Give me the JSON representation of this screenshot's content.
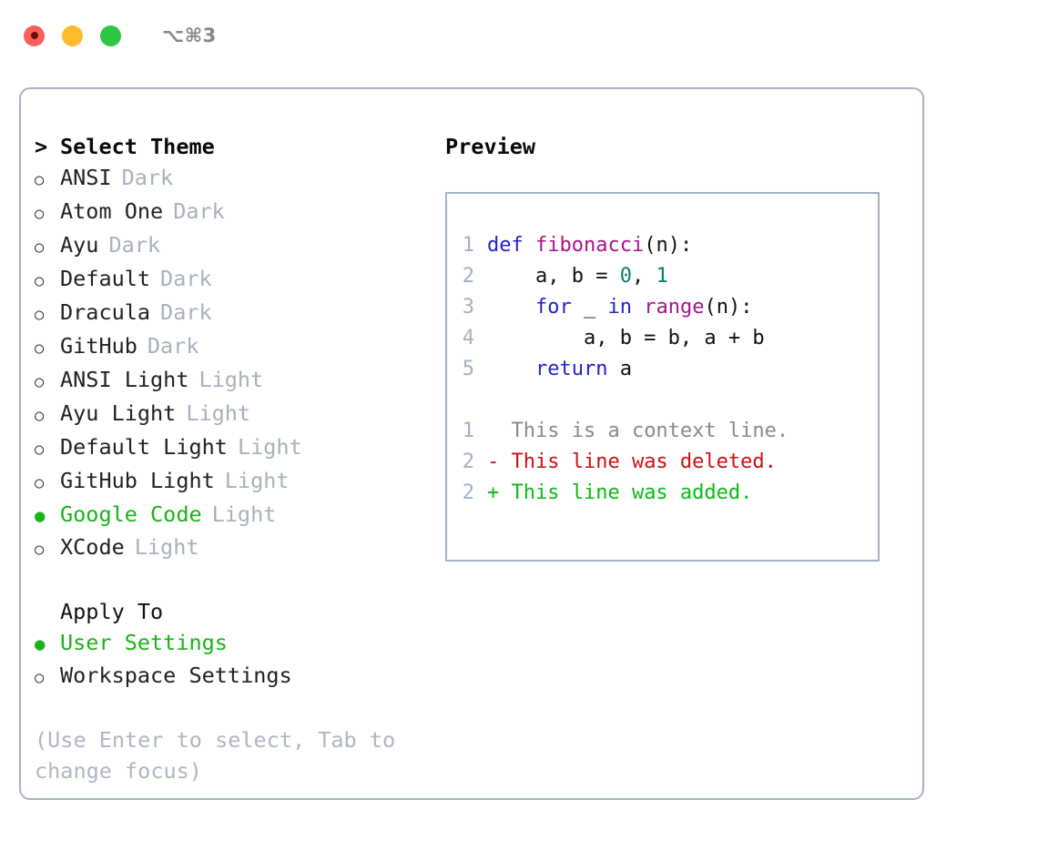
{
  "window": {
    "title": "⌥⌘3",
    "traffic_lights": [
      "close",
      "minimize",
      "maximize"
    ]
  },
  "theme_panel": {
    "header": {
      "caret": ">",
      "label": "Select Theme"
    },
    "markers": {
      "selected": "●",
      "unselected": "○"
    },
    "items": [
      {
        "label": "ANSI",
        "suffix": "Dark",
        "selected": false
      },
      {
        "label": "Atom One",
        "suffix": "Dark",
        "selected": false
      },
      {
        "label": "Ayu",
        "suffix": "Dark",
        "selected": false
      },
      {
        "label": "Default",
        "suffix": "Dark",
        "selected": false
      },
      {
        "label": "Dracula",
        "suffix": "Dark",
        "selected": false
      },
      {
        "label": "GitHub",
        "suffix": "Dark",
        "selected": false
      },
      {
        "label": "ANSI Light",
        "suffix": "Light",
        "selected": false
      },
      {
        "label": "Ayu Light",
        "suffix": "Light",
        "selected": false
      },
      {
        "label": "Default Light",
        "suffix": "Light",
        "selected": false
      },
      {
        "label": "GitHub Light",
        "suffix": "Light",
        "selected": false
      },
      {
        "label": "Google Code",
        "suffix": "Light",
        "selected": true
      },
      {
        "label": "XCode",
        "suffix": "Light",
        "selected": false
      }
    ]
  },
  "apply_to": {
    "title": "Apply To",
    "items": [
      {
        "label": "User Settings",
        "selected": true
      },
      {
        "label": "Workspace Settings",
        "selected": false
      }
    ]
  },
  "hint": "(Use Enter to select, Tab to change focus)",
  "preview": {
    "title": "Preview",
    "code_lines": [
      {
        "no": "1",
        "tokens": [
          {
            "t": "def ",
            "c": "kw"
          },
          {
            "t": "fibonacci",
            "c": "fn"
          },
          {
            "t": "(n):",
            "c": "plain"
          }
        ]
      },
      {
        "no": "2",
        "tokens": [
          {
            "t": "    a, b = ",
            "c": "plain"
          },
          {
            "t": "0",
            "c": "num"
          },
          {
            "t": ", ",
            "c": "plain"
          },
          {
            "t": "1",
            "c": "num"
          }
        ]
      },
      {
        "no": "3",
        "tokens": [
          {
            "t": "    ",
            "c": "plain"
          },
          {
            "t": "for",
            "c": "kw"
          },
          {
            "t": " _ ",
            "c": "plain"
          },
          {
            "t": "in",
            "c": "kw"
          },
          {
            "t": " ",
            "c": "plain"
          },
          {
            "t": "range",
            "c": "fn"
          },
          {
            "t": "(n):",
            "c": "plain"
          }
        ]
      },
      {
        "no": "4",
        "tokens": [
          {
            "t": "        a, b = b, a + b",
            "c": "plain"
          }
        ]
      },
      {
        "no": "5",
        "tokens": [
          {
            "t": "    ",
            "c": "plain"
          },
          {
            "t": "return",
            "c": "kw"
          },
          {
            "t": " a",
            "c": "plain"
          }
        ]
      }
    ],
    "diff_lines": [
      {
        "no": "1",
        "sign": " ",
        "text": "This is a context line.",
        "kind": "ctx"
      },
      {
        "no": "2",
        "sign": "-",
        "text": "This line was deleted.",
        "kind": "del"
      },
      {
        "no": "2",
        "sign": "+",
        "text": "This line was added.",
        "kind": "add"
      }
    ]
  },
  "colors": {
    "selected_green": "#19b319",
    "muted": "#a8b0bd",
    "border": "#a6b1c2",
    "keyword": "#2222cc",
    "function": "#a6168c",
    "number": "#0c7b74",
    "diff_added": "#0bbb16",
    "diff_deleted": "#cc1111",
    "diff_context": "#8a8a8a",
    "linenumber": "#a3b0c4"
  }
}
